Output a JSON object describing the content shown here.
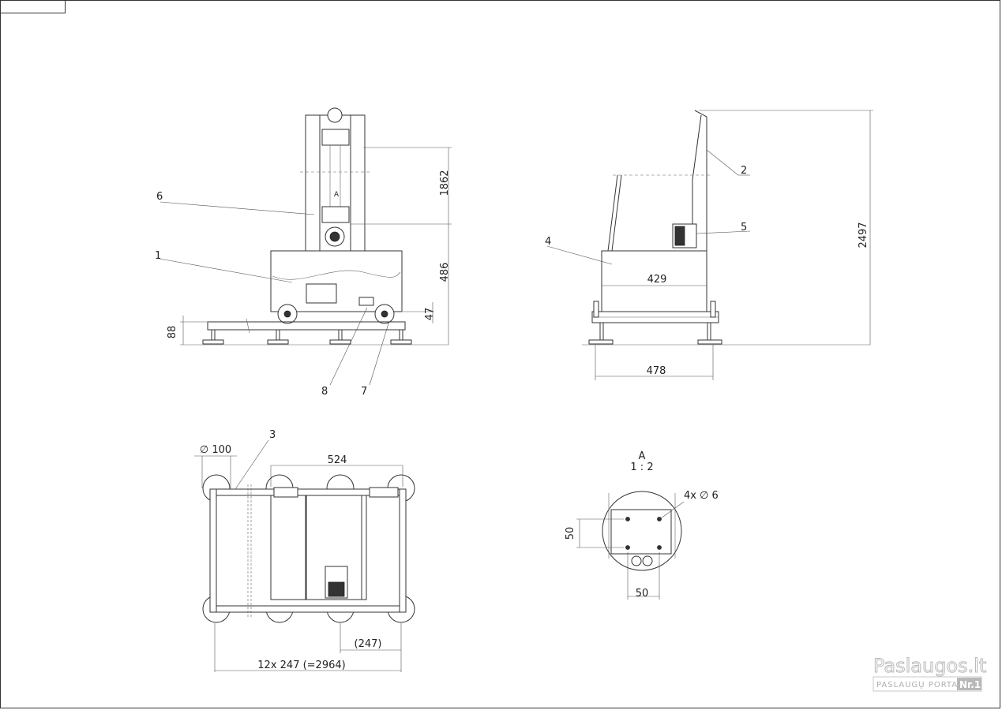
{
  "drawing": {
    "front_view": {
      "dimensions": {
        "upper_height": "1862",
        "lower_height": "486",
        "wheel_height": "47",
        "base_height": "88"
      },
      "callouts": {
        "c1": "1",
        "c6": "6",
        "c7": "7",
        "c8": "8"
      },
      "detail_marker": "A"
    },
    "side_view": {
      "dimensions": {
        "total_height": "2497",
        "body_width": "429",
        "base_width": "478"
      },
      "callouts": {
        "c2": "2",
        "c4": "4",
        "c5": "5"
      }
    },
    "top_view": {
      "dimensions": {
        "diameter": "∅ 100",
        "width": "524",
        "pitch": "(247)",
        "total": "12x 247 (=2964)"
      },
      "callouts": {
        "c3": "3"
      }
    },
    "detail_a": {
      "title": "A",
      "scale": "1 : 2",
      "hole_spec": "4x ∅ 6",
      "dim_vertical": "50",
      "dim_horizontal": "50"
    }
  },
  "watermark": {
    "brand": "Paslaugos.lt",
    "subtitle": "PASLAUGŲ PORTALAS",
    "badge": "Nr.1"
  }
}
